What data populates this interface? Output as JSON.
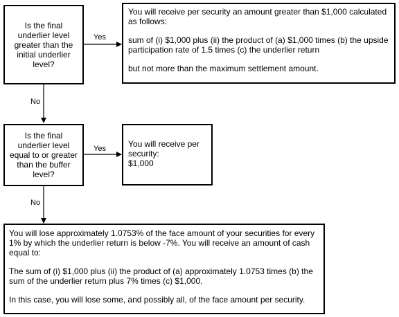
{
  "decision1": {
    "question": "Is the final underlier level greater than the initial underlier level?",
    "yes_label": "Yes",
    "no_label": "No"
  },
  "result1": {
    "intro": "You will receive per security an amount greater than $1,000 calculated as follows:",
    "formula": "sum of (i) $1,000 plus (ii) the product of (a) $1,000 times (b) the upside participation rate of 1.5 times (c) the underlier return",
    "cap": "but not more than the maximum settlement amount."
  },
  "decision2": {
    "question": "Is the final underlier level equal to or greater than the buffer level?",
    "yes_label": "Yes",
    "no_label": "No"
  },
  "result2": {
    "text": "You will receive per security:",
    "amount": "$1,000"
  },
  "result3": {
    "loss": "You will lose approximately 1.0753% of the face amount of your securities for every 1% by which the underlier return is below -7%. You will receive an amount of cash equal to:",
    "formula": "The sum of (i) $1,000 plus (ii) the product of (a) approximately 1.0753 times (b) the sum of the underlier return plus 7% times (c) $1,000.",
    "warning": "In this case, you will lose some, and possibly all, of the face amount per security."
  }
}
